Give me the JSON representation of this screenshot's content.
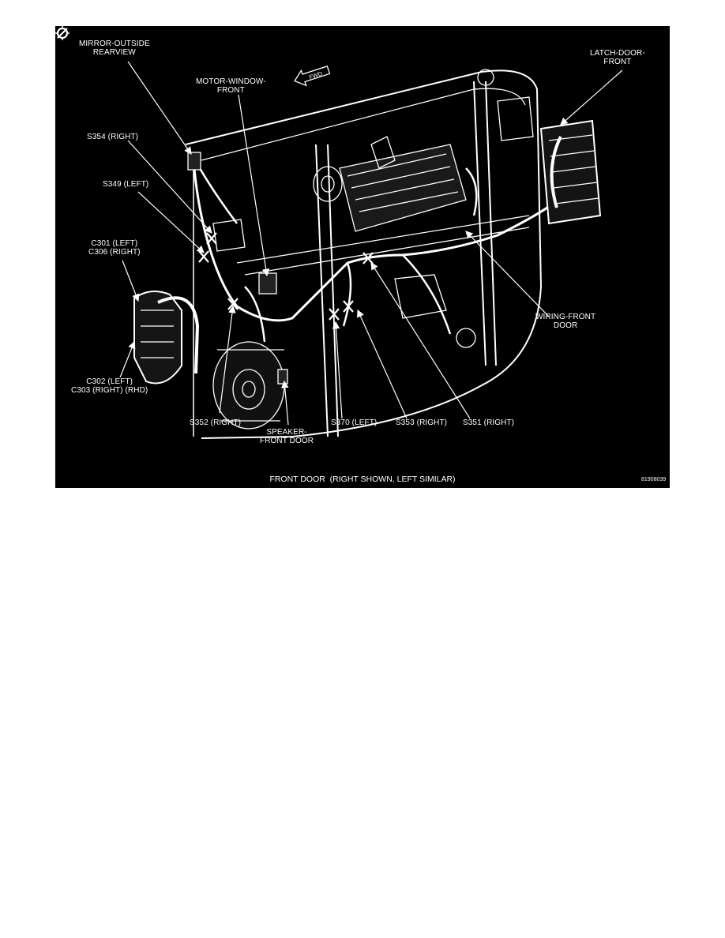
{
  "figure": {
    "caption": "FRONT DOOR  (RIGHT SHOWN, LEFT SIMILAR)",
    "figure_id": "81908039",
    "arrow_text": "FWD",
    "callouts": {
      "mirror": [
        "MIRROR-OUTSIDE",
        "REARVIEW"
      ],
      "motor": [
        "MOTOR-WINDOW-",
        "FRONT"
      ],
      "latch": [
        "LATCH-DOOR-",
        "FRONT"
      ],
      "s354": "S354 (RIGHT)",
      "s349": "S349 (LEFT)",
      "c301": [
        "C301 (LEFT)",
        "C306 (RIGHT)"
      ],
      "wiring": [
        "WIRING-FRONT",
        "DOOR"
      ],
      "c302": [
        "C302 (LEFT)",
        "C303 (RIGHT) (RHD)"
      ],
      "s352": "S352 (RIGHT)",
      "speaker": [
        "SPEAKER-",
        "FRONT DOOR"
      ],
      "s370": "S370 (LEFT)",
      "s353": "S353 (RIGHT)",
      "s351": "S351 (RIGHT)"
    }
  }
}
